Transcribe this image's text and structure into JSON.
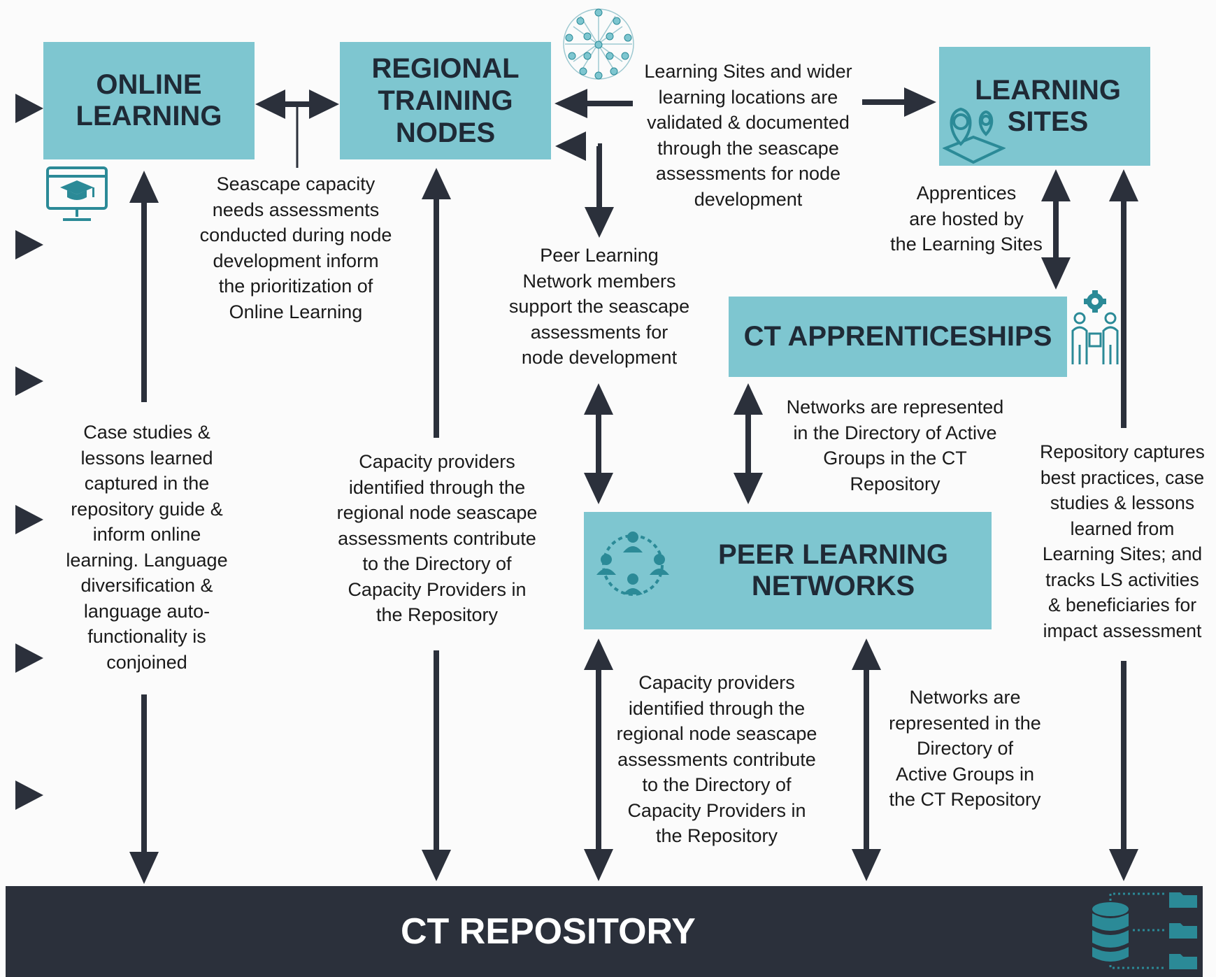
{
  "boxes": {
    "online_learning": [
      "ONLINE",
      "LEARNING"
    ],
    "regional_training_nodes": [
      "REGIONAL",
      "TRAINING",
      "NODES"
    ],
    "learning_sites": [
      "LEARNING",
      "SITES"
    ],
    "ct_apprenticeships": [
      "CT APPRENTICESHIPS"
    ],
    "peer_learning_networks": [
      "PEER LEARNING",
      "NETWORKS"
    ],
    "ct_repository": "CT REPOSITORY"
  },
  "labels": {
    "learning_sites_validation": [
      "Learning Sites and wider",
      "learning locations are",
      "validated & documented",
      "through the seascape",
      "assessments for node",
      "development"
    ],
    "seascape_capacity": [
      "Seascape capacity",
      "needs assessments",
      "conducted during node",
      "development inform",
      "the prioritization of",
      "Online Learning"
    ],
    "apprentices_hosted": [
      "Apprentices",
      "are hosted by",
      "the Learning Sites"
    ],
    "peer_members_support": [
      "Peer Learning",
      "Network members",
      "support the seascape",
      "assessments for",
      "node development"
    ],
    "networks_directory_upper": [
      "Networks are represented",
      "in the Directory of Active",
      "Groups in the CT",
      "Repository"
    ],
    "case_studies": [
      "Case studies &",
      "lessons learned",
      "captured in the",
      "repository guide &",
      "inform online",
      "learning. Language",
      "diversification &",
      "language auto-",
      "functionality is",
      "conjoined"
    ],
    "capacity_providers_left": [
      "Capacity providers",
      "identified through the",
      "regional node seascape",
      "assessments contribute",
      "to the Directory of",
      "Capacity Providers in",
      "the Repository"
    ],
    "repository_captures": [
      "Repository captures",
      "best practices, case",
      "studies & lessons",
      "learned from",
      "Learning Sites; and",
      "tracks LS activities",
      "& beneficiaries for",
      "impact assessment"
    ],
    "capacity_providers_bottom": [
      "Capacity providers",
      "identified through the",
      "regional node seascape",
      "assessments contribute",
      "to the Directory of",
      "Capacity Providers in",
      "the Repository"
    ],
    "networks_directory_lower": [
      "Networks are",
      "represented in the",
      "Directory of",
      "Active Groups in",
      "the CT Repository"
    ]
  },
  "colors": {
    "box_fill": "#7ec6d0",
    "arrow": "#2b303b",
    "repository_bar": "#2b303b",
    "icon_teal": "#2b8a97"
  },
  "icons": [
    "computer-graduation-icon",
    "network-globe-icon",
    "map-pins-icon",
    "people-gear-icon",
    "group-network-icon",
    "database-folders-icon",
    "bullet-triangle-icon"
  ]
}
